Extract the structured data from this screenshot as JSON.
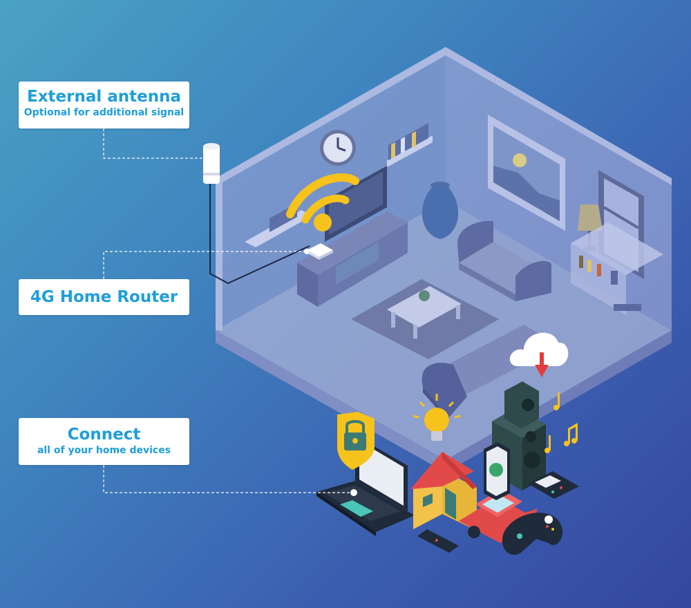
{
  "labels": {
    "antenna": {
      "title": "External antenna",
      "subtitle": "Optional for additional signal"
    },
    "router": {
      "title": "4G Home Router"
    },
    "connect": {
      "title": "Connect",
      "subtitle": "all of your home devices"
    }
  },
  "colors": {
    "label_text": "#1f9ed8",
    "label_bg": "#ffffff",
    "wifi": "#f6c21c",
    "room_wall": "#8f9fcc",
    "connector_line": "#ffffff"
  },
  "icons": [
    "antenna-icon",
    "router-icon",
    "wifi-icon",
    "clock-icon",
    "tv-icon",
    "vase-icon",
    "sofa-icon",
    "lamp-icon",
    "cloud-download-icon",
    "lightbulb-icon",
    "padlock-icon",
    "laptop-icon",
    "house-icon",
    "car-icon",
    "gamepad-icon",
    "speaker-icon",
    "phone-icon",
    "calculator-icon",
    "remote-icon",
    "music-note-icon"
  ]
}
